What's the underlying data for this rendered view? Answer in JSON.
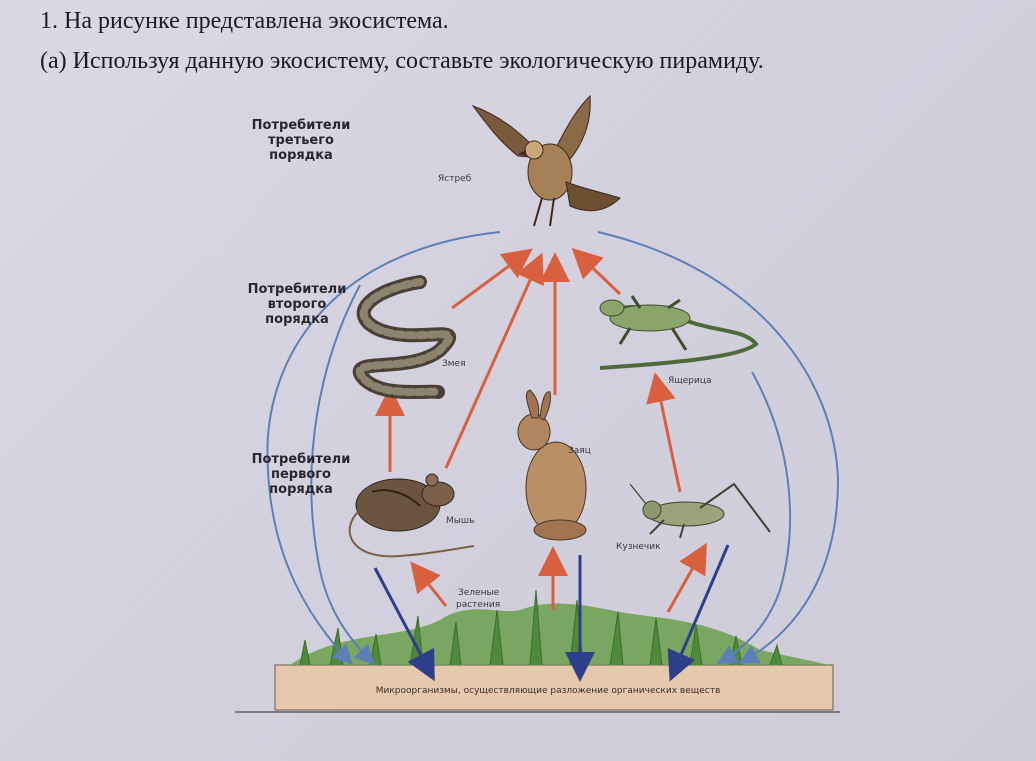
{
  "question": {
    "line1": "1. На  рисунке представлена экосистема.",
    "line2": "(а) Используя данную экосистему, составьте экологическую пирамиду."
  },
  "levels": {
    "tertiary": [
      "Потребители",
      "третьего",
      "порядка"
    ],
    "secondary": [
      "Потребители",
      "второго",
      "порядка"
    ],
    "primary": [
      "Потребители",
      "первого",
      "порядка"
    ]
  },
  "organisms": {
    "hawk": "Ястреб",
    "snake": "Змея",
    "lizard": "Ящерица",
    "hare": "Заяц",
    "mouse": "Мышь",
    "grasshopper": "Кузнечик",
    "plants_line1": "Зеленые",
    "plants_line2": "растения"
  },
  "soil_label": "Микроорганизмы, осуществляющие  разложение органических веществ",
  "colors": {
    "energy_arrow": "#d9603f",
    "decomposition_arrow": "#2e3f8a",
    "cycle_arc": "#5d7fb8",
    "soil": "#e6c9ad",
    "grass": "#4f8a3a"
  }
}
